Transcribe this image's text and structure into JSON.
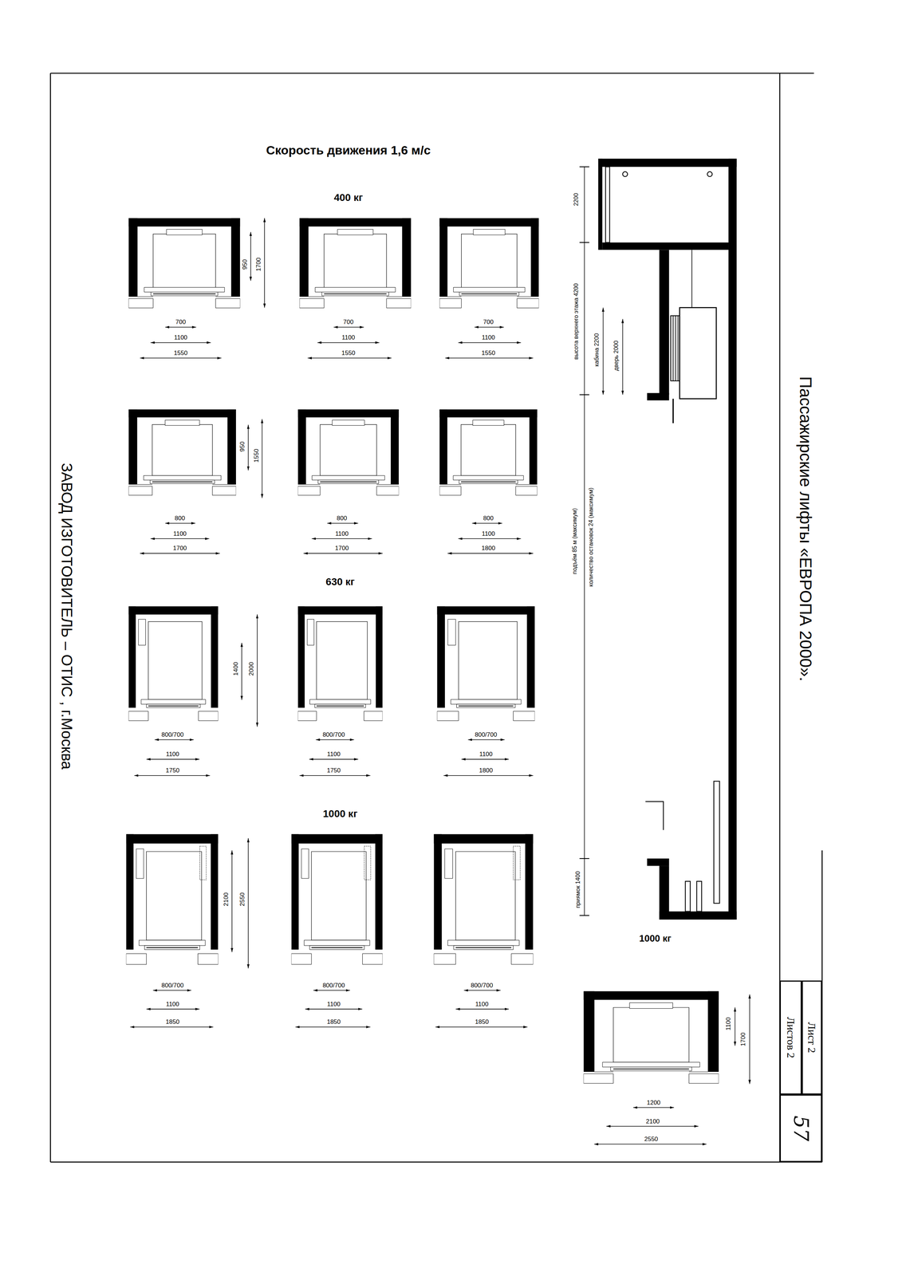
{
  "diagram": {
    "title": "Пассажирские лифты «ЕВРОПА 2000».",
    "nodes": [
      {
        "text": [
          "Лист 2"
        ]
      },
      {
        "text": [
          "Листов 2"
        ]
      },
      {
        "text": [
          "57"
        ]
      }
    ],
    "labels": [
      "Скорость движения 1,6 м/с",
      "400 кг",
      "950",
      "1700",
      "700",
      "1100",
      "1550",
      "700",
      "1100",
      "1550",
      "700",
      "1100",
      "1550",
      "950",
      "1550",
      "800",
      "1100",
      "1700",
      "800",
      "1100",
      "1700",
      "800",
      "1100",
      "1800",
      "630 кг",
      "1400",
      "2000",
      "800/700",
      "1100",
      "1750",
      "800/700",
      "1100",
      "1750",
      "800/700",
      "1100",
      "1800",
      "1000 кг",
      "2100",
      "2550",
      "800/700",
      "1100",
      "1850",
      "800/700",
      "1100",
      "1850",
      "800/700",
      "1100",
      "1850",
      "2200",
      "высота верхнего этажа 4200",
      "кабина 2200",
      "дверь 2000",
      "подъём 85 м (максимум)",
      "количество остановок 24 (максимум)",
      "приямок 1400",
      "1000 кг",
      "1100",
      "1700",
      "1200",
      "2100",
      "2550",
      "ЗАВОД ИЗГОТОВИТЕЛЬ – ОТИС , г.Москва"
    ]
  }
}
